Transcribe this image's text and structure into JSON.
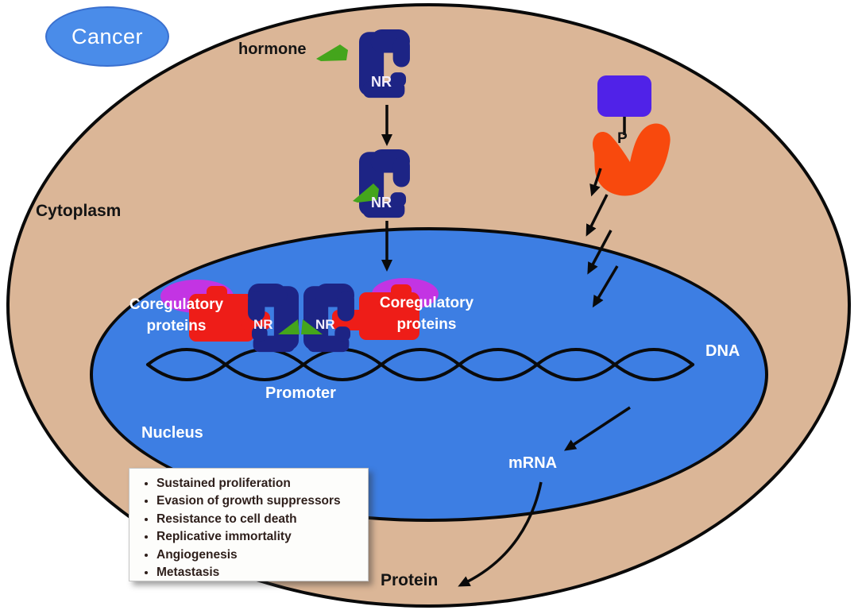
{
  "labels": {
    "cancer": "Cancer",
    "cytoplasm": "Cytoplasm",
    "hormone": "hormone",
    "nr": "NR",
    "phosphate": "P",
    "coregulatory_line1": "Coregulatory",
    "coregulatory_line2": "proteins",
    "promoter": "Promoter",
    "nucleus": "Nucleus",
    "dna": "DNA",
    "mrna": "mRNA",
    "protein": "Protein"
  },
  "hallmarks": [
    "Sustained proliferation",
    "Evasion of growth suppressors",
    "Resistance to cell death",
    "Replicative immortality",
    "Angiogenesis",
    "Metastasis"
  ],
  "colors": {
    "cell_cytoplasm": "#dbb697",
    "nucleus": "#3d7ee3",
    "nuclear_receptor": "#1d2485",
    "coregulatory_protein": "#ee1d18",
    "coactivator_blob": "#c334e3",
    "hormone_ligand": "#44a51c",
    "kinase": "#f8490d",
    "phosphate_group": "#5022e8",
    "cancer_bubble": "#4a8ce9",
    "arrow": "#0a0a0a"
  }
}
